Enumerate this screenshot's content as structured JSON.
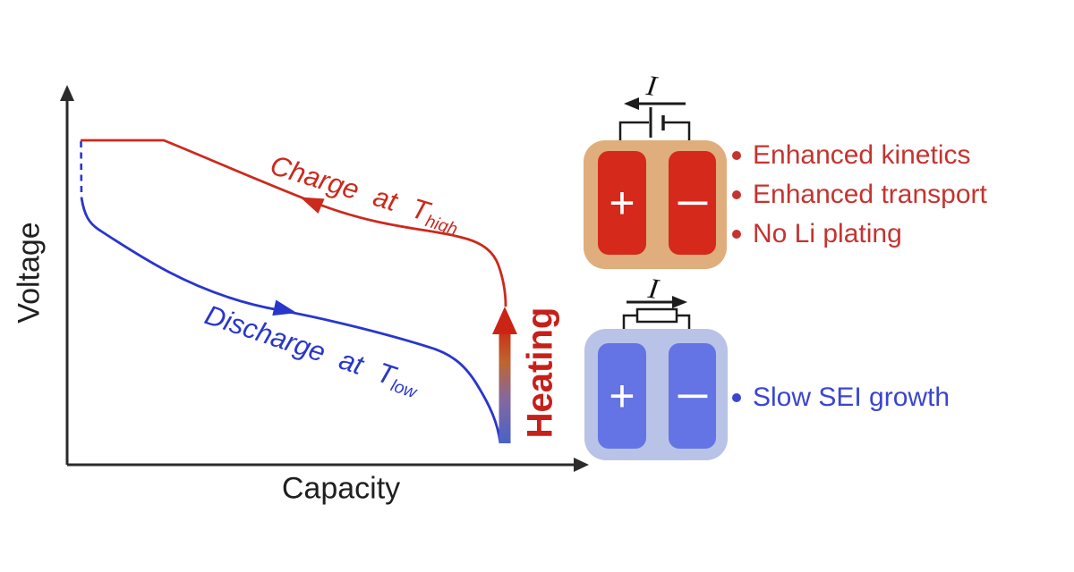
{
  "figure": {
    "axes": {
      "y_label": "Voltage",
      "x_label": "Capacity"
    },
    "curves": {
      "charge": {
        "label": "Charge at T",
        "label_sub": "high",
        "color": "#cb2a1d"
      },
      "discharge": {
        "label": "Discharge at T",
        "label_sub": "low",
        "color": "#2936cc"
      }
    },
    "heating": {
      "label": "Heating",
      "color": "#c6201a"
    },
    "hot_battery": {
      "current_label": "I",
      "positive_label": "+",
      "negative_label": "−",
      "case_color": "#dfae7c",
      "electrode_color": "#d5291b",
      "bullet_color": "#c43430",
      "bullets": [
        "Enhanced kinetics",
        "Enhanced transport",
        "No Li plating"
      ]
    },
    "cold_battery": {
      "current_label": "I",
      "positive_label": "+",
      "negative_label": "−",
      "case_color": "#b8c3e7",
      "electrode_color": "#6474e4",
      "bullet_color": "#3a45d0",
      "bullets": [
        "Slow SEI growth"
      ]
    }
  }
}
